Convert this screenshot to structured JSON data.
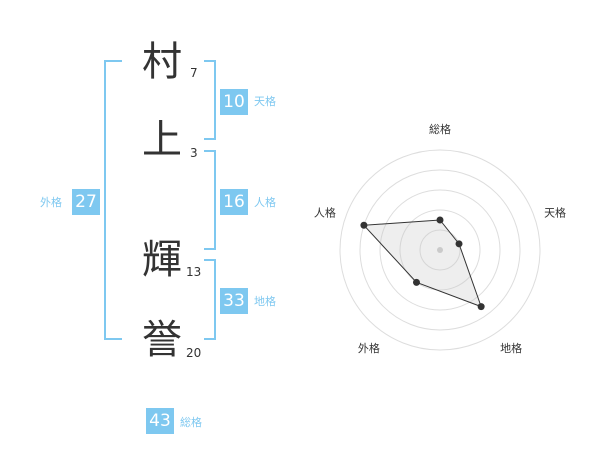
{
  "name": {
    "chars": [
      {
        "char": "村",
        "strokes": "7"
      },
      {
        "char": "上",
        "strokes": "3"
      },
      {
        "char": "輝",
        "strokes": "13"
      },
      {
        "char": "誉",
        "strokes": "20"
      }
    ]
  },
  "fortunes": {
    "tenkaku": {
      "value": "10",
      "label": "天格"
    },
    "jinkaku": {
      "value": "16",
      "label": "人格"
    },
    "chikaku": {
      "value": "33",
      "label": "地格"
    },
    "gaikaku": {
      "value": "27",
      "label": "外格"
    },
    "soukaku": {
      "value": "43",
      "label": "総格"
    }
  },
  "colors": {
    "accent": "#7ec8f0",
    "text": "#333333",
    "grid": "#dddddd"
  },
  "chart_data": {
    "type": "radar",
    "axes": [
      "総格",
      "天格",
      "地格",
      "外格",
      "人格"
    ],
    "values": [
      1.5,
      1,
      3.5,
      2,
      4
    ],
    "range": [
      0,
      5
    ],
    "rings": 5
  }
}
